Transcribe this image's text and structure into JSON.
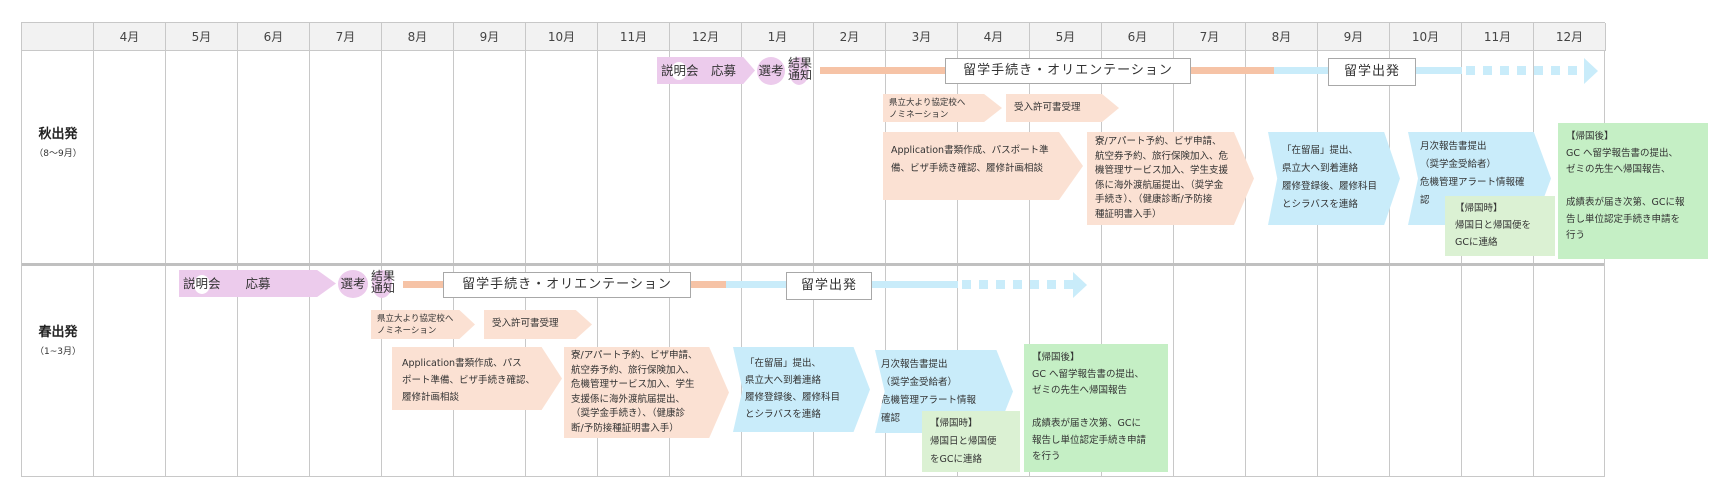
{
  "header": {
    "months": [
      "4月",
      "5月",
      "6月",
      "7月",
      "8月",
      "9月",
      "10月",
      "11月",
      "12月",
      "1月",
      "2月",
      "3月",
      "4月",
      "5月",
      "6月",
      "7月",
      "8月",
      "9月",
      "10月",
      "11月",
      "12月"
    ]
  },
  "colors": {
    "recruit": "#eccbec",
    "procedure": "#f6c3a6",
    "procedure_box": "#fbe1d3",
    "abroad": "#c9ecfa",
    "return_time": "#dbf1d3",
    "after_return": "#c5efc5",
    "grid": "#c8c8c8"
  },
  "autumn": {
    "label": "秋出発",
    "period": "（8～9月）",
    "recruit": "説明会　応募",
    "selection": "選考",
    "result": "結果\n通知",
    "procedure": "留学手続き・オリエンテーション",
    "departure": "留学出発",
    "nomination": "県立大より協定校へ\nノミネーション",
    "acceptance": "受入許可書受理",
    "application": "Application書類作成、パスポート準\n備、ビザ手続き確認、履修計画相談",
    "housing": "寮/アパート予約、ビザ申請、\n航空券予約、旅行保険加入、危\n機管理サービス加入、学生支援\n係に海外渡航届提出、（奨学金\n手続き）、（健康診断/予防接\n種証明書入手）",
    "arrival": "「在留届」提出、\n県立大へ到着連絡\n履修登録後、履修科目\nとシラバスを連絡",
    "monthly": "月次報告書提出\n（奨学金受給者）\n危機管理アラート情報確\n認",
    "return_time": "【帰国時】\n帰国日と帰国便を\nGCに連絡",
    "after_return": "【帰国後】\nGC へ留学報告書の提出、\nゼミの先生へ帰国報告、\n\n成績表が届き次第、GCに報\n告し単位認定手続き申請を\n行う"
  },
  "spring": {
    "label": "春出発",
    "period": "（1~3月）",
    "recruit": "説明会　　応募",
    "selection": "選考",
    "result": "結果\n通知",
    "procedure": "留学手続き・オリエンテーション",
    "departure": "留学出発",
    "nomination": "県立大より協定校へ\nノミネーション",
    "acceptance": "受入許可書受理",
    "application": "Application書類作成、パス\nポート準備、ビザ手続き確認、\n履修計画相談",
    "housing": "寮/アパート予約、ビザ申請、\n航空券予約、旅行保険加入、\n危機管理サービス加入、学生\n支援係に海外渡航届提出、\n（奨学金手続き）、（健康診\n断/予防接種証明書入手）",
    "arrival": "「在留届」提出、\n県立大へ到着連絡\n履修登録後、履修科目\nとシラバスを連絡",
    "monthly": "月次報告書提出\n（奨学金受給者）\n危機管理アラート情報\n確認",
    "return_time": "【帰国時】\n帰国日と帰国便\nをGCに連絡",
    "after_return": "【帰国後】\nGC へ留学報告書の提出、\nゼミの先生へ帰国報告\n\n成績表が届き次第、GCに\n報告し単位認定手続き申請\nを行う"
  }
}
